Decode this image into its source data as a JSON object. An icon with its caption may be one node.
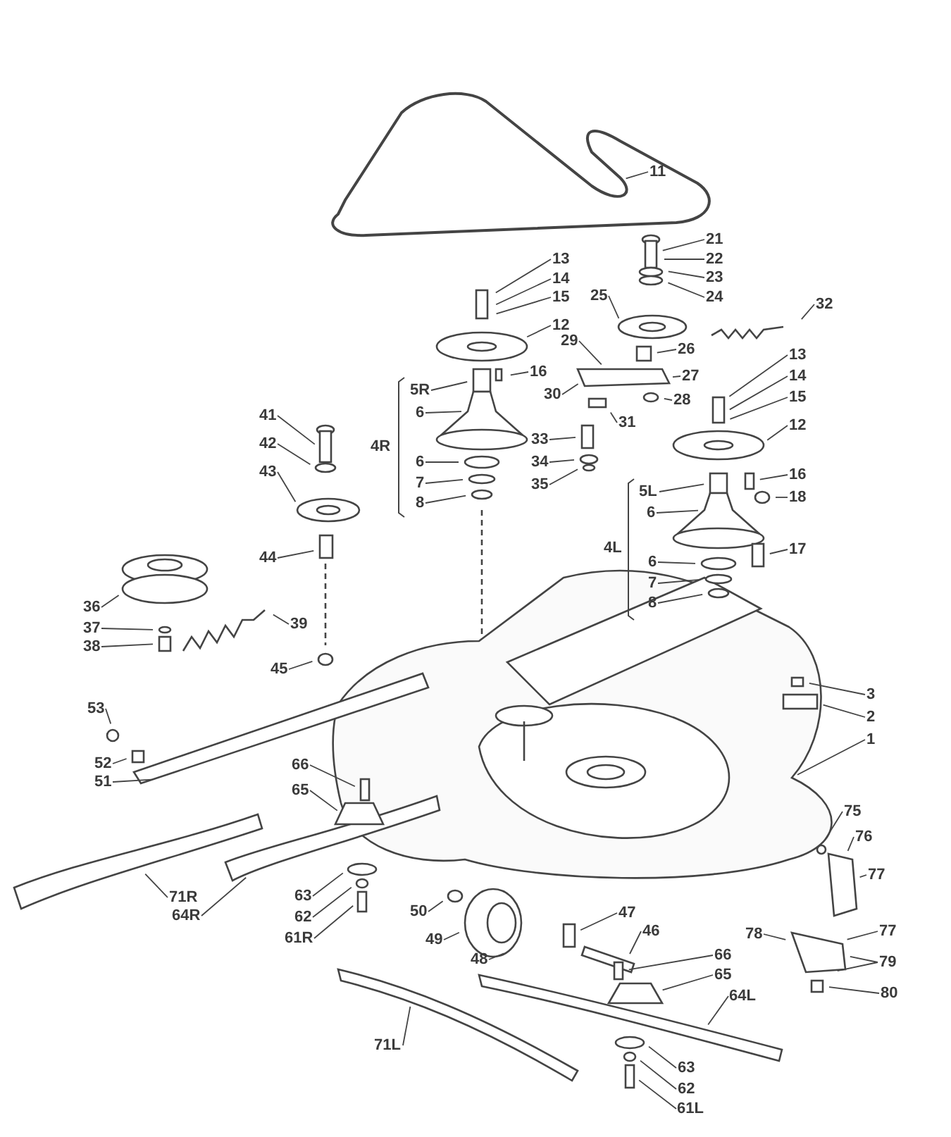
{
  "diagram": {
    "nodes": [
      {
        "text": [
          "11"
        ]
      },
      {
        "text": [
          "13"
        ]
      },
      {
        "text": [
          "21"
        ]
      },
      {
        "text": [
          "14"
        ]
      },
      {
        "text": [
          "22"
        ]
      },
      {
        "text": [
          "23"
        ]
      },
      {
        "text": [
          "15"
        ]
      },
      {
        "text": [
          "25"
        ]
      },
      {
        "text": [
          "24"
        ]
      },
      {
        "text": [
          "32"
        ]
      },
      {
        "text": [
          "12"
        ]
      },
      {
        "text": [
          "29"
        ]
      },
      {
        "text": [
          "26"
        ]
      },
      {
        "text": [
          "16"
        ]
      },
      {
        "text": [
          "27"
        ]
      },
      {
        "text": [
          "30"
        ]
      },
      {
        "text": [
          "5R"
        ]
      },
      {
        "text": [
          "13"
        ]
      },
      {
        "text": [
          "28"
        ]
      },
      {
        "text": [
          "14"
        ]
      },
      {
        "text": [
          "6"
        ]
      },
      {
        "text": [
          "31"
        ]
      },
      {
        "text": [
          "41"
        ]
      },
      {
        "text": [
          "15"
        ]
      },
      {
        "text": [
          "33"
        ]
      },
      {
        "text": [
          "42"
        ]
      },
      {
        "text": [
          "34"
        ]
      },
      {
        "text": [
          "6"
        ]
      },
      {
        "text": [
          "12"
        ]
      },
      {
        "text": [
          "43"
        ]
      },
      {
        "text": [
          "7"
        ]
      },
      {
        "text": [
          "35"
        ]
      },
      {
        "text": [
          "5L"
        ]
      },
      {
        "text": [
          "16"
        ]
      },
      {
        "text": [
          "8"
        ]
      },
      {
        "text": [
          "6"
        ]
      },
      {
        "text": [
          "18"
        ]
      },
      {
        "text": [
          "44"
        ]
      },
      {
        "text": [
          "6"
        ]
      },
      {
        "text": [
          "7"
        ]
      },
      {
        "text": [
          "17"
        ]
      },
      {
        "text": [
          "8"
        ]
      },
      {
        "text": [
          "36"
        ]
      },
      {
        "text": [
          "39"
        ]
      },
      {
        "text": [
          "37"
        ]
      },
      {
        "text": [
          "38"
        ]
      },
      {
        "text": [
          "45"
        ]
      },
      {
        "text": [
          "3"
        ]
      },
      {
        "text": [
          "53"
        ]
      },
      {
        "text": [
          "2"
        ]
      },
      {
        "text": [
          "1"
        ]
      },
      {
        "text": [
          "52"
        ]
      },
      {
        "text": [
          "51"
        ]
      },
      {
        "text": [
          "66"
        ]
      },
      {
        "text": [
          "65"
        ]
      },
      {
        "text": [
          "75"
        ]
      },
      {
        "text": [
          "76"
        ]
      },
      {
        "text": [
          "77"
        ]
      },
      {
        "text": [
          "71R"
        ]
      },
      {
        "text": [
          "63"
        ]
      },
      {
        "text": [
          "50"
        ]
      },
      {
        "text": [
          "64R"
        ]
      },
      {
        "text": [
          "62"
        ]
      },
      {
        "text": [
          "77"
        ]
      },
      {
        "text": [
          "78"
        ]
      },
      {
        "text": [
          "61R"
        ]
      },
      {
        "text": [
          "49"
        ]
      },
      {
        "text": [
          "47"
        ]
      },
      {
        "text": [
          "66"
        ]
      },
      {
        "text": [
          "79"
        ]
      },
      {
        "text": [
          "46"
        ]
      },
      {
        "text": [
          "48"
        ]
      },
      {
        "text": [
          "65"
        ]
      },
      {
        "text": [
          "80"
        ]
      },
      {
        "text": [
          "64L"
        ]
      },
      {
        "text": [
          "71L"
        ]
      },
      {
        "text": [
          "63"
        ]
      },
      {
        "text": [
          "62"
        ]
      },
      {
        "text": [
          "61L"
        ]
      }
    ],
    "edges": [
      {
        "from": 0,
        "to": null,
        "arrow": "none"
      },
      {
        "from": 1,
        "to": null,
        "arrow": "none"
      },
      {
        "from": 2,
        "to": null,
        "arrow": "none"
      },
      {
        "from": 3,
        "to": null,
        "arrow": "none"
      },
      {
        "from": 4,
        "to": null,
        "arrow": "none"
      },
      {
        "from": 5,
        "to": null,
        "arrow": "none"
      },
      {
        "from": 6,
        "to": null,
        "arrow": "none"
      },
      {
        "from": 7,
        "to": null,
        "arrow": "none"
      },
      {
        "from": 8,
        "to": null,
        "arrow": "none"
      },
      {
        "from": 9,
        "to": null,
        "arrow": "none"
      },
      {
        "from": 10,
        "to": null,
        "arrow": "none"
      },
      {
        "from": 11,
        "to": null,
        "arrow": "none"
      },
      {
        "from": 12,
        "to": null,
        "arrow": "none"
      },
      {
        "from": 13,
        "to": null,
        "arrow": "none"
      },
      {
        "from": 14,
        "to": null,
        "arrow": "none"
      },
      {
        "from": 15,
        "to": null,
        "arrow": "none"
      },
      {
        "from": 16,
        "to": null,
        "arrow": "none"
      },
      {
        "from": 17,
        "to": null,
        "arrow": "none"
      },
      {
        "from": 18,
        "to": null,
        "arrow": "none"
      },
      {
        "from": 19,
        "to": null,
        "arrow": "none"
      },
      {
        "from": 20,
        "to": null,
        "arrow": "none"
      },
      {
        "from": 21,
        "to": null,
        "arrow": "none"
      },
      {
        "from": 22,
        "to": null,
        "arrow": "none"
      },
      {
        "from": 23,
        "to": null,
        "arrow": "none"
      },
      {
        "from": 24,
        "to": null,
        "arrow": "none"
      },
      {
        "from": 25,
        "to": null,
        "arrow": "none"
      },
      {
        "from": 26,
        "to": null,
        "arrow": "none"
      },
      {
        "from": 27,
        "to": null,
        "arrow": "none"
      },
      {
        "from": 28,
        "to": null,
        "arrow": "none"
      },
      {
        "from": 29,
        "to": null,
        "arrow": "none"
      },
      {
        "from": 30,
        "to": null,
        "arrow": "none"
      },
      {
        "from": 31,
        "to": null,
        "arrow": "none"
      },
      {
        "from": 32,
        "to": null,
        "arrow": "none"
      },
      {
        "from": 33,
        "to": null,
        "arrow": "none"
      },
      {
        "from": 34,
        "to": null,
        "arrow": "none"
      },
      {
        "from": 35,
        "to": null,
        "arrow": "none"
      },
      {
        "from": 36,
        "to": null,
        "arrow": "none"
      },
      {
        "from": 37,
        "to": null,
        "arrow": "none"
      },
      {
        "from": 38,
        "to": null,
        "arrow": "none"
      },
      {
        "from": 39,
        "to": null,
        "arrow": "none"
      },
      {
        "from": 40,
        "to": null,
        "arrow": "none"
      },
      {
        "from": 41,
        "to": null,
        "arrow": "none"
      },
      {
        "from": 42,
        "to": null,
        "arrow": "none"
      },
      {
        "from": 43,
        "to": null,
        "arrow": "none"
      },
      {
        "from": 44,
        "to": null,
        "arrow": "none"
      },
      {
        "from": 45,
        "to": null,
        "arrow": "none"
      },
      {
        "from": 46,
        "to": null,
        "arrow": "none"
      },
      {
        "from": 47,
        "to": null,
        "arrow": "none"
      },
      {
        "from": 48,
        "to": null,
        "arrow": "none"
      },
      {
        "from": 49,
        "to": null,
        "arrow": "none"
      },
      {
        "from": 50,
        "to": null,
        "arrow": "none"
      },
      {
        "from": 51,
        "to": null,
        "arrow": "none"
      },
      {
        "from": 52,
        "to": null,
        "arrow": "none"
      },
      {
        "from": 53,
        "to": null,
        "arrow": "none"
      },
      {
        "from": 54,
        "to": null,
        "arrow": "none"
      },
      {
        "from": 55,
        "to": null,
        "arrow": "none"
      },
      {
        "from": 56,
        "to": null,
        "arrow": "none"
      },
      {
        "from": 57,
        "to": null,
        "arrow": "none"
      },
      {
        "from": 58,
        "to": null,
        "arrow": "none"
      },
      {
        "from": 59,
        "to": null,
        "arrow": "none"
      },
      {
        "from": 60,
        "to": null,
        "arrow": "none"
      },
      {
        "from": 61,
        "to": null,
        "arrow": "none"
      },
      {
        "from": 62,
        "to": null,
        "arrow": "none"
      },
      {
        "from": 63,
        "to": null,
        "arrow": "none"
      },
      {
        "from": 64,
        "to": null,
        "arrow": "none"
      },
      {
        "from": 65,
        "to": null,
        "arrow": "none"
      },
      {
        "from": 66,
        "to": null,
        "arrow": "none"
      },
      {
        "from": 67,
        "to": null,
        "arrow": "none"
      },
      {
        "from": 68,
        "to": null,
        "arrow": "none"
      },
      {
        "from": 69,
        "to": null,
        "arrow": "none"
      },
      {
        "from": 69,
        "to": null,
        "arrow": "none"
      },
      {
        "from": 70,
        "to": null,
        "arrow": "none"
      },
      {
        "from": 71,
        "to": null,
        "arrow": "none"
      },
      {
        "from": 72,
        "to": null,
        "arrow": "none"
      },
      {
        "from": 73,
        "to": null,
        "arrow": "none"
      },
      {
        "from": 74,
        "to": null,
        "arrow": "none"
      },
      {
        "from": 75,
        "to": null,
        "arrow": "none"
      },
      {
        "from": 76,
        "to": null,
        "arrow": "none"
      },
      {
        "from": 77,
        "to": null,
        "arrow": "none"
      },
      {
        "from": 78,
        "to": null,
        "arrow": "none"
      }
    ],
    "labels": [
      "4R",
      "4L"
    ]
  }
}
